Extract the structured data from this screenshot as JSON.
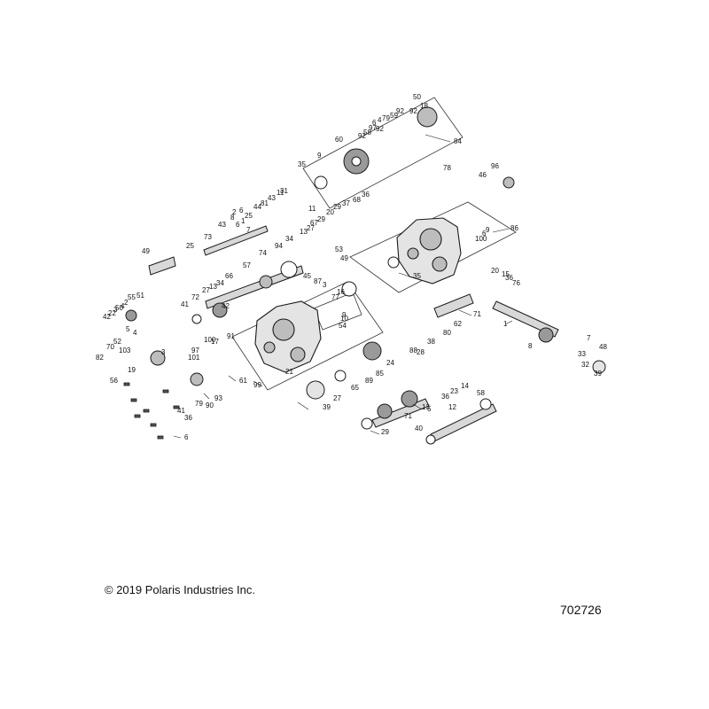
{
  "copyright": "© 2019 Polaris Industries Inc.",
  "diagram_number": "702726",
  "callouts": [
    "50",
    "18",
    "92",
    "92",
    "59",
    "79",
    "4",
    "6",
    "84",
    "9",
    "60",
    "92",
    "58",
    "92",
    "97",
    "35",
    "96",
    "46",
    "78",
    "11",
    "43",
    "25",
    "44",
    "81",
    "6",
    "2",
    "36",
    "68",
    "37",
    "29",
    "20",
    "49",
    "73",
    "6",
    "8",
    "1",
    "7",
    "94",
    "34",
    "13",
    "27",
    "29",
    "67",
    "31",
    "11",
    "25",
    "43",
    "86",
    "100",
    "9",
    "6",
    "53",
    "49",
    "57",
    "45",
    "87",
    "3",
    "34",
    "13",
    "27",
    "35",
    "66",
    "74",
    "72",
    "41",
    "77",
    "16",
    "9",
    "10",
    "20",
    "15",
    "36",
    "76",
    "55",
    "54",
    "50",
    "51",
    "42",
    "22",
    "3",
    "4",
    "2",
    "4",
    "5",
    "52",
    "70",
    "82",
    "103",
    "19",
    "3",
    "42",
    "91",
    "100",
    "17",
    "97",
    "101",
    "5",
    "1",
    "71",
    "62",
    "80",
    "38",
    "28",
    "88",
    "8",
    "7",
    "48",
    "33",
    "32",
    "39",
    "24",
    "21",
    "93",
    "61",
    "99",
    "79",
    "90",
    "85",
    "89",
    "65",
    "14",
    "23",
    "36",
    "39",
    "27",
    "13",
    "12",
    "58",
    "71",
    "29",
    "40",
    "56",
    "36",
    "41",
    "6",
    "1",
    "7",
    "4"
  ],
  "colors": {
    "ink": "#1a1a1a",
    "box": "#333333",
    "part_fill": "#d8d8d8",
    "part_dark": "#555555"
  }
}
